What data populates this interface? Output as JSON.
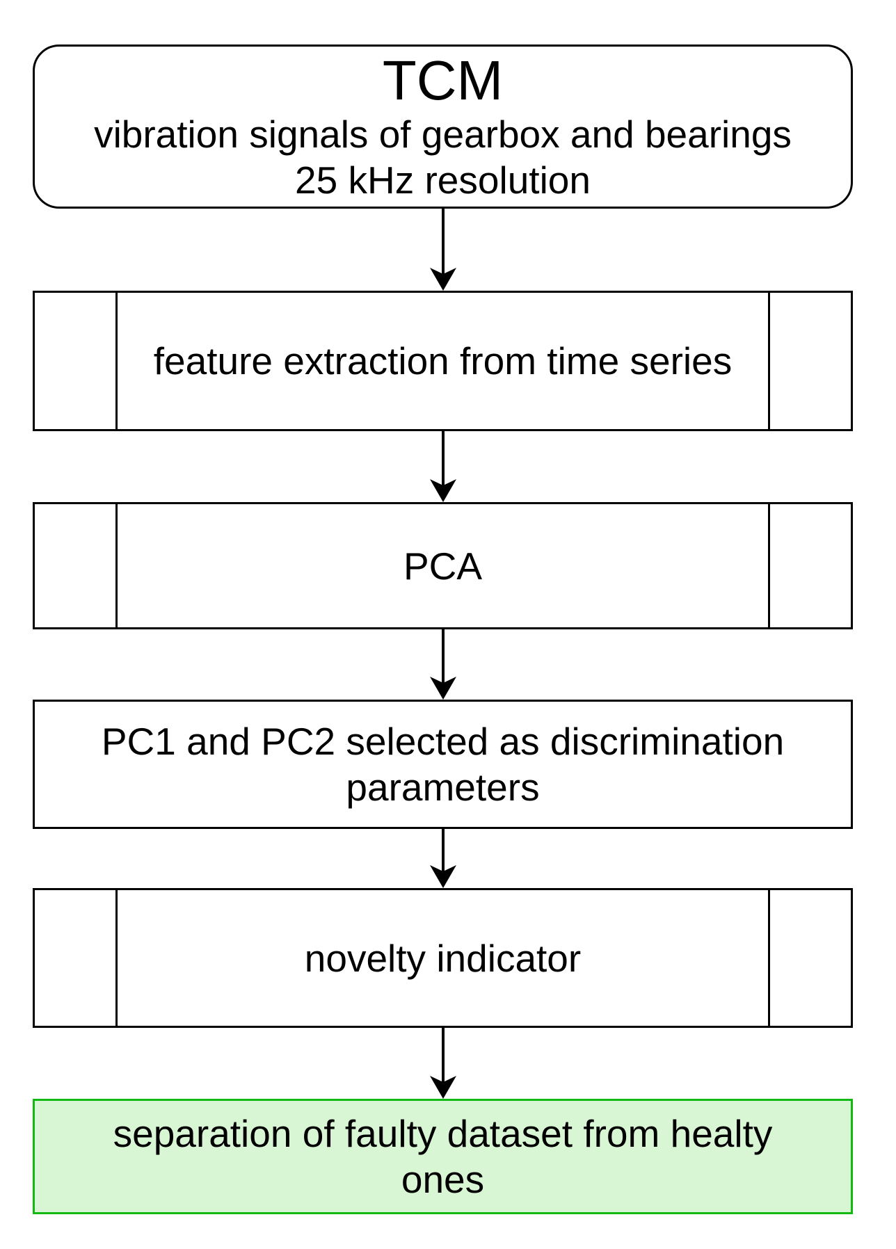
{
  "colors": {
    "diagram_line": "#000000",
    "background": "#ffffff",
    "result_border": "#12b912",
    "result_fill": "#d8f6d3"
  },
  "flowchart": {
    "start": {
      "title": "TCM",
      "subtitle1": "vibration signals of gearbox and bearings",
      "subtitle2": "25 kHz resolution"
    },
    "feature_extraction": {
      "label": "feature extraction from time series"
    },
    "pca": {
      "label": "PCA"
    },
    "selection": {
      "line1": "PC1 and PC2 selected as discrimination",
      "line2": "parameters"
    },
    "novelty": {
      "label": "novelty indicator"
    },
    "result": {
      "line1": "separation of faulty dataset from healty",
      "line2": "ones"
    }
  }
}
